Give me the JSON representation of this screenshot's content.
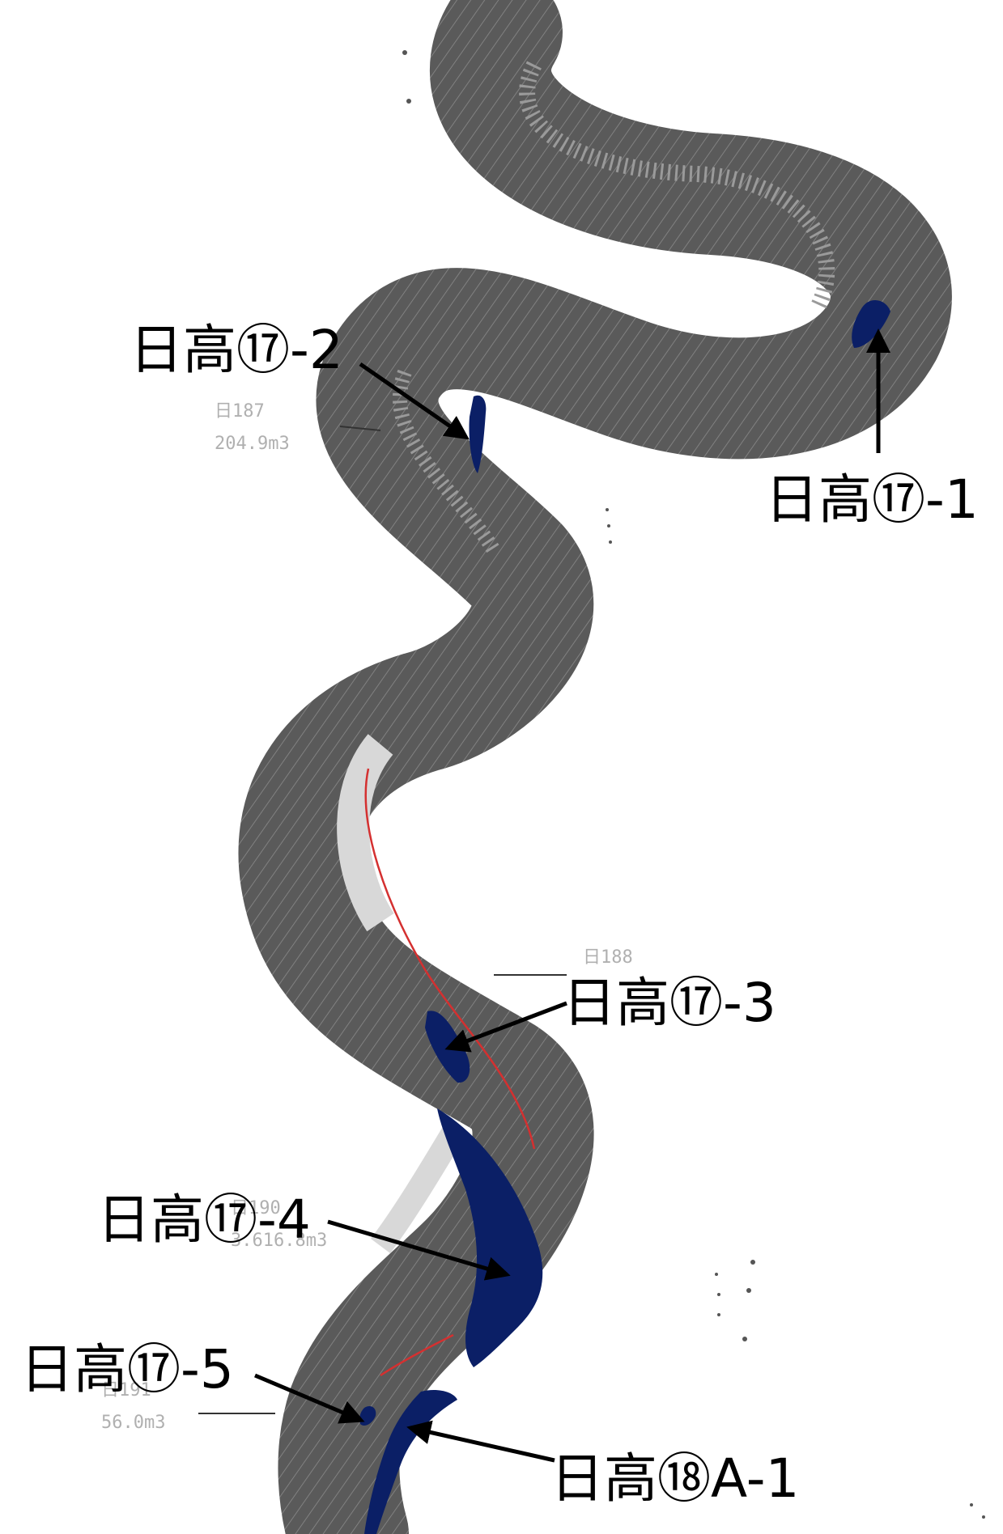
{
  "labels": {
    "site_17_1": "日高⑰-1",
    "site_17_2": "日高⑰-2",
    "site_17_3": "日高⑰-3",
    "site_17_4": "日高⑰-4",
    "site_17_5": "日高⑰-5",
    "site_18a_1": "日高⑱A-1"
  },
  "faint_labels": {
    "bp187": "日187",
    "vol187": "204.9m3",
    "bp188": "日188",
    "bp190": "日190",
    "vol190": "3.616.8m3",
    "bp191": "日191",
    "vol191": "56.0m3"
  },
  "colors": {
    "river": "#5a5a5a",
    "river_detail": "#8a8a8a",
    "excavation_area": "#0b1f66",
    "boundary_red": "#d43030",
    "arrow": "#000000",
    "background": "#ffffff"
  }
}
